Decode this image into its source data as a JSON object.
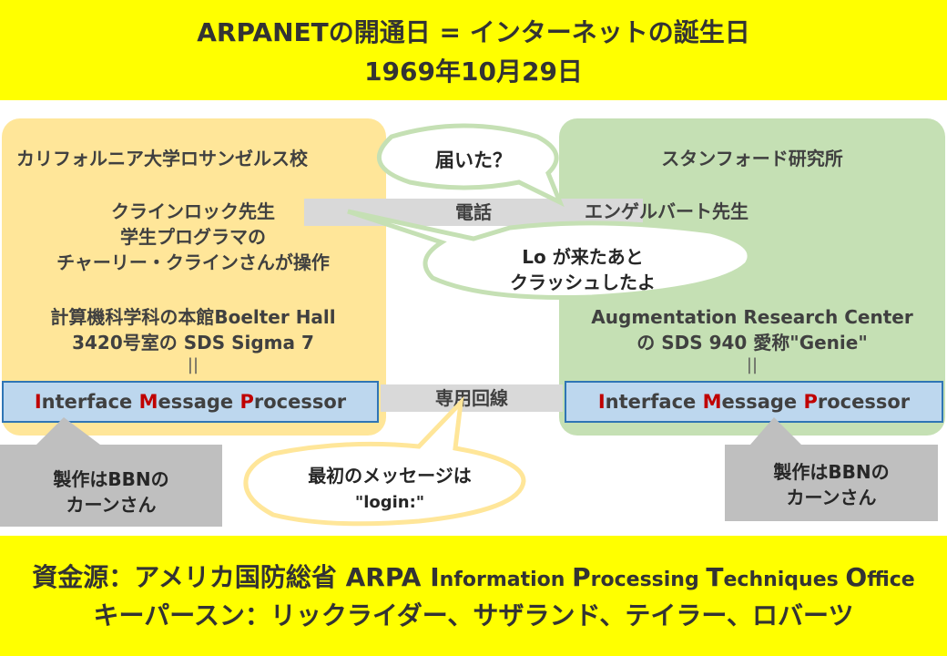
{
  "title": {
    "line1": "ARPANETの開通日 = インターネットの誕生日",
    "line2": "1969年10月29日"
  },
  "ucla": {
    "name": "カリフォルニア大学ロサンゼルス校",
    "person1": "クラインロック先生",
    "person2": "学生プログラマの",
    "person3": "チャーリー・クラインさんが操作",
    "location1": "計算機科学科の本館Boelter Hall",
    "location2": "3420号室の SDS Sigma 7",
    "equals_mark": "||"
  },
  "stanford": {
    "name": "スタンフォード研究所",
    "person": "エンゲルバート先生",
    "location1": "Augmentation Research Center",
    "location2": "の SDS 940 愛称\"Genie\"",
    "equals_mark": "||"
  },
  "phone_label": "電話",
  "line_label": "専用回線",
  "imp": {
    "parts": [
      {
        "cap": "I",
        "rest": "nterface "
      },
      {
        "cap": "M",
        "rest": "essage "
      },
      {
        "cap": "P",
        "rest": "rocessor"
      }
    ]
  },
  "bubbles": {
    "question": "届いた？",
    "answer1": "Lo が来たあと",
    "answer2": "クラッシュしたよ",
    "first_msg1": "最初のメッセージは",
    "first_msg2": "\"login:\""
  },
  "bbn": {
    "line1": "製作はBBNの",
    "line2": "カーンさん"
  },
  "funding": {
    "prefix": "資金源：アメリカ国防総省 ARPA ",
    "words": [
      {
        "cap": "I",
        "rest": "nformation "
      },
      {
        "cap": "P",
        "rest": "rocessing "
      },
      {
        "cap": "T",
        "rest": "echniques "
      },
      {
        "cap": "O",
        "rest": "ffice"
      }
    ]
  },
  "key_persons": "キーパースン：リックライダー、サザランド、テイラー、ロバーツ",
  "colors": {
    "banner": "#ffff00",
    "ucla_panel": "#ffe699",
    "stanford_panel": "#c5e0b4",
    "imp_fill": "#bdd7ee",
    "imp_border": "#2f75b5",
    "imp_cap": "#c00000",
    "connector": "#d9d9d9",
    "bubble_border": "#c5e0b4",
    "bubble_border_yellow": "#ffe699"
  }
}
